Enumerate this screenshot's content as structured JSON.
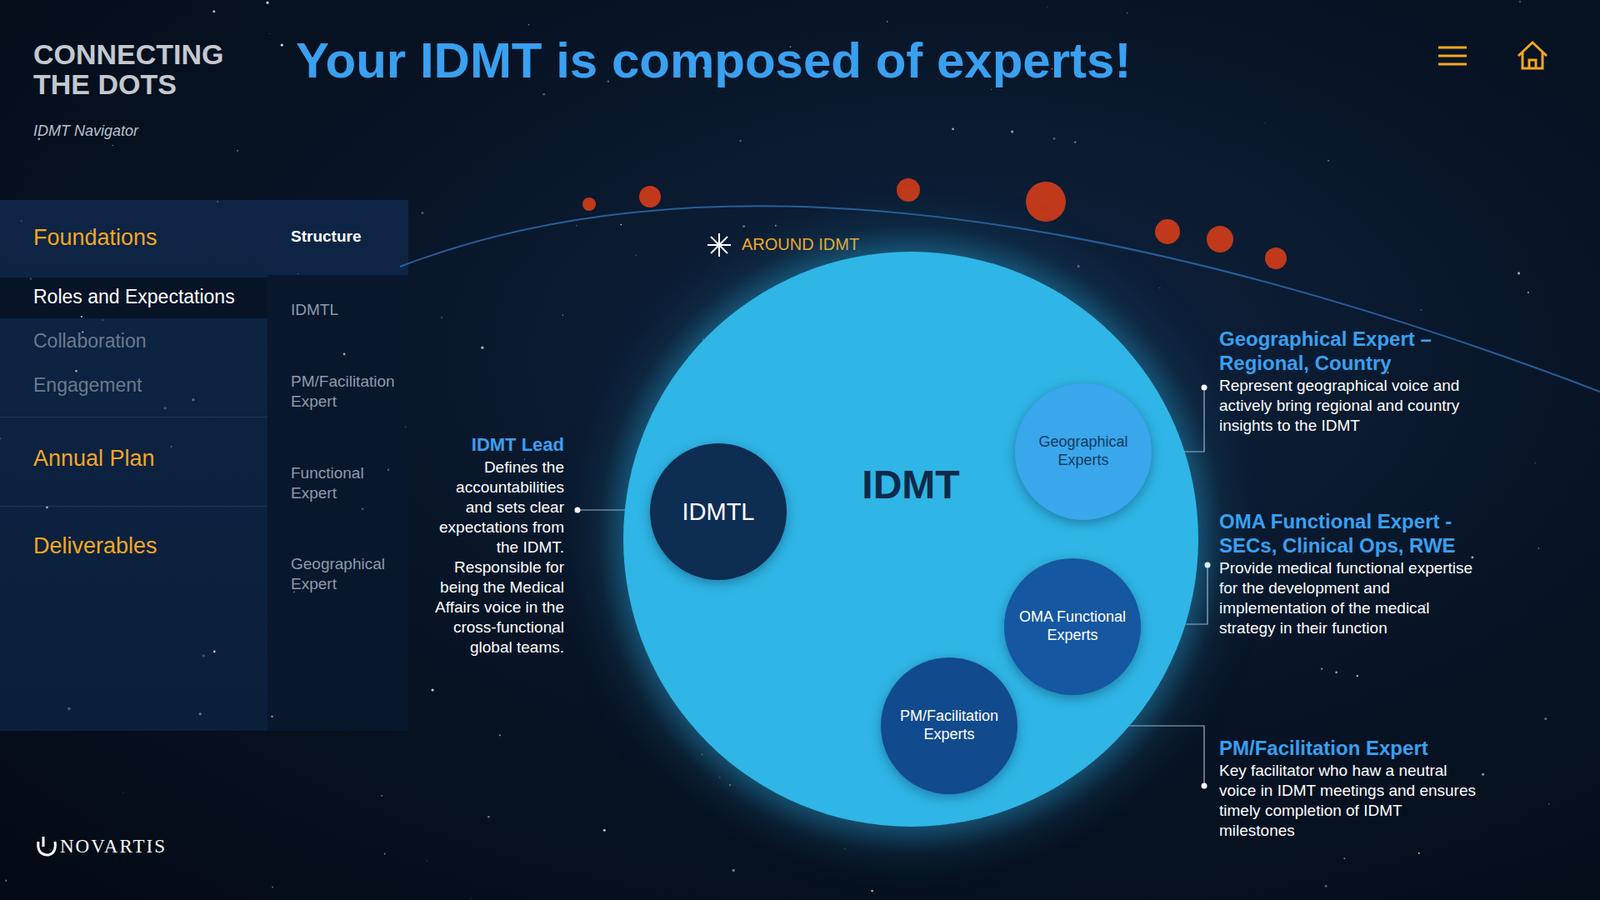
{
  "diagram": {
    "title": "Your IDMT is composed of experts!",
    "nodes": [
      {
        "text": [
          "IDMT"
        ]
      },
      {
        "text": [
          "IDMTL"
        ],
        "in": 0
      },
      {
        "text": [
          "Geographical Experts"
        ],
        "in": 0
      },
      {
        "text": [
          "OMA Functional Experts"
        ],
        "in": 0
      },
      {
        "text": [
          "PM/Facilitation Experts"
        ],
        "in": 0
      }
    ],
    "edges": [],
    "labels": [
      "CONNECTING THE DOTS",
      "IDMT Navigator",
      "Foundations",
      "Roles and Expectations",
      "Collaboration",
      "Engagement",
      "Annual Plan",
      "Deliverables",
      "Structure",
      "IDMTL",
      "PM/Facilitation Expert",
      "Functional Expert",
      "Geographical Expert",
      "AROUND IDMT",
      "IDMT Lead",
      "Defines the accountabilities and sets clear expectations from the IDMT. Responsible for being the Medical Affairs voice in the cross-functional global teams.",
      "Geographical Expert – Regional, Country",
      "Represent geographical voice and actively bring regional and country insights to the IDMT",
      "OMA Functional Expert - SECs, Clinical Ops, RWE",
      "Provide medical functional expertise for the development and implementation of the medical strategy in their function",
      "PM/Facilitation Expert",
      "Key facilitator who haw a neutral voice in IDMT meetings and ensures timely completion of IDMT milestones",
      "NOVARTIS"
    ]
  }
}
